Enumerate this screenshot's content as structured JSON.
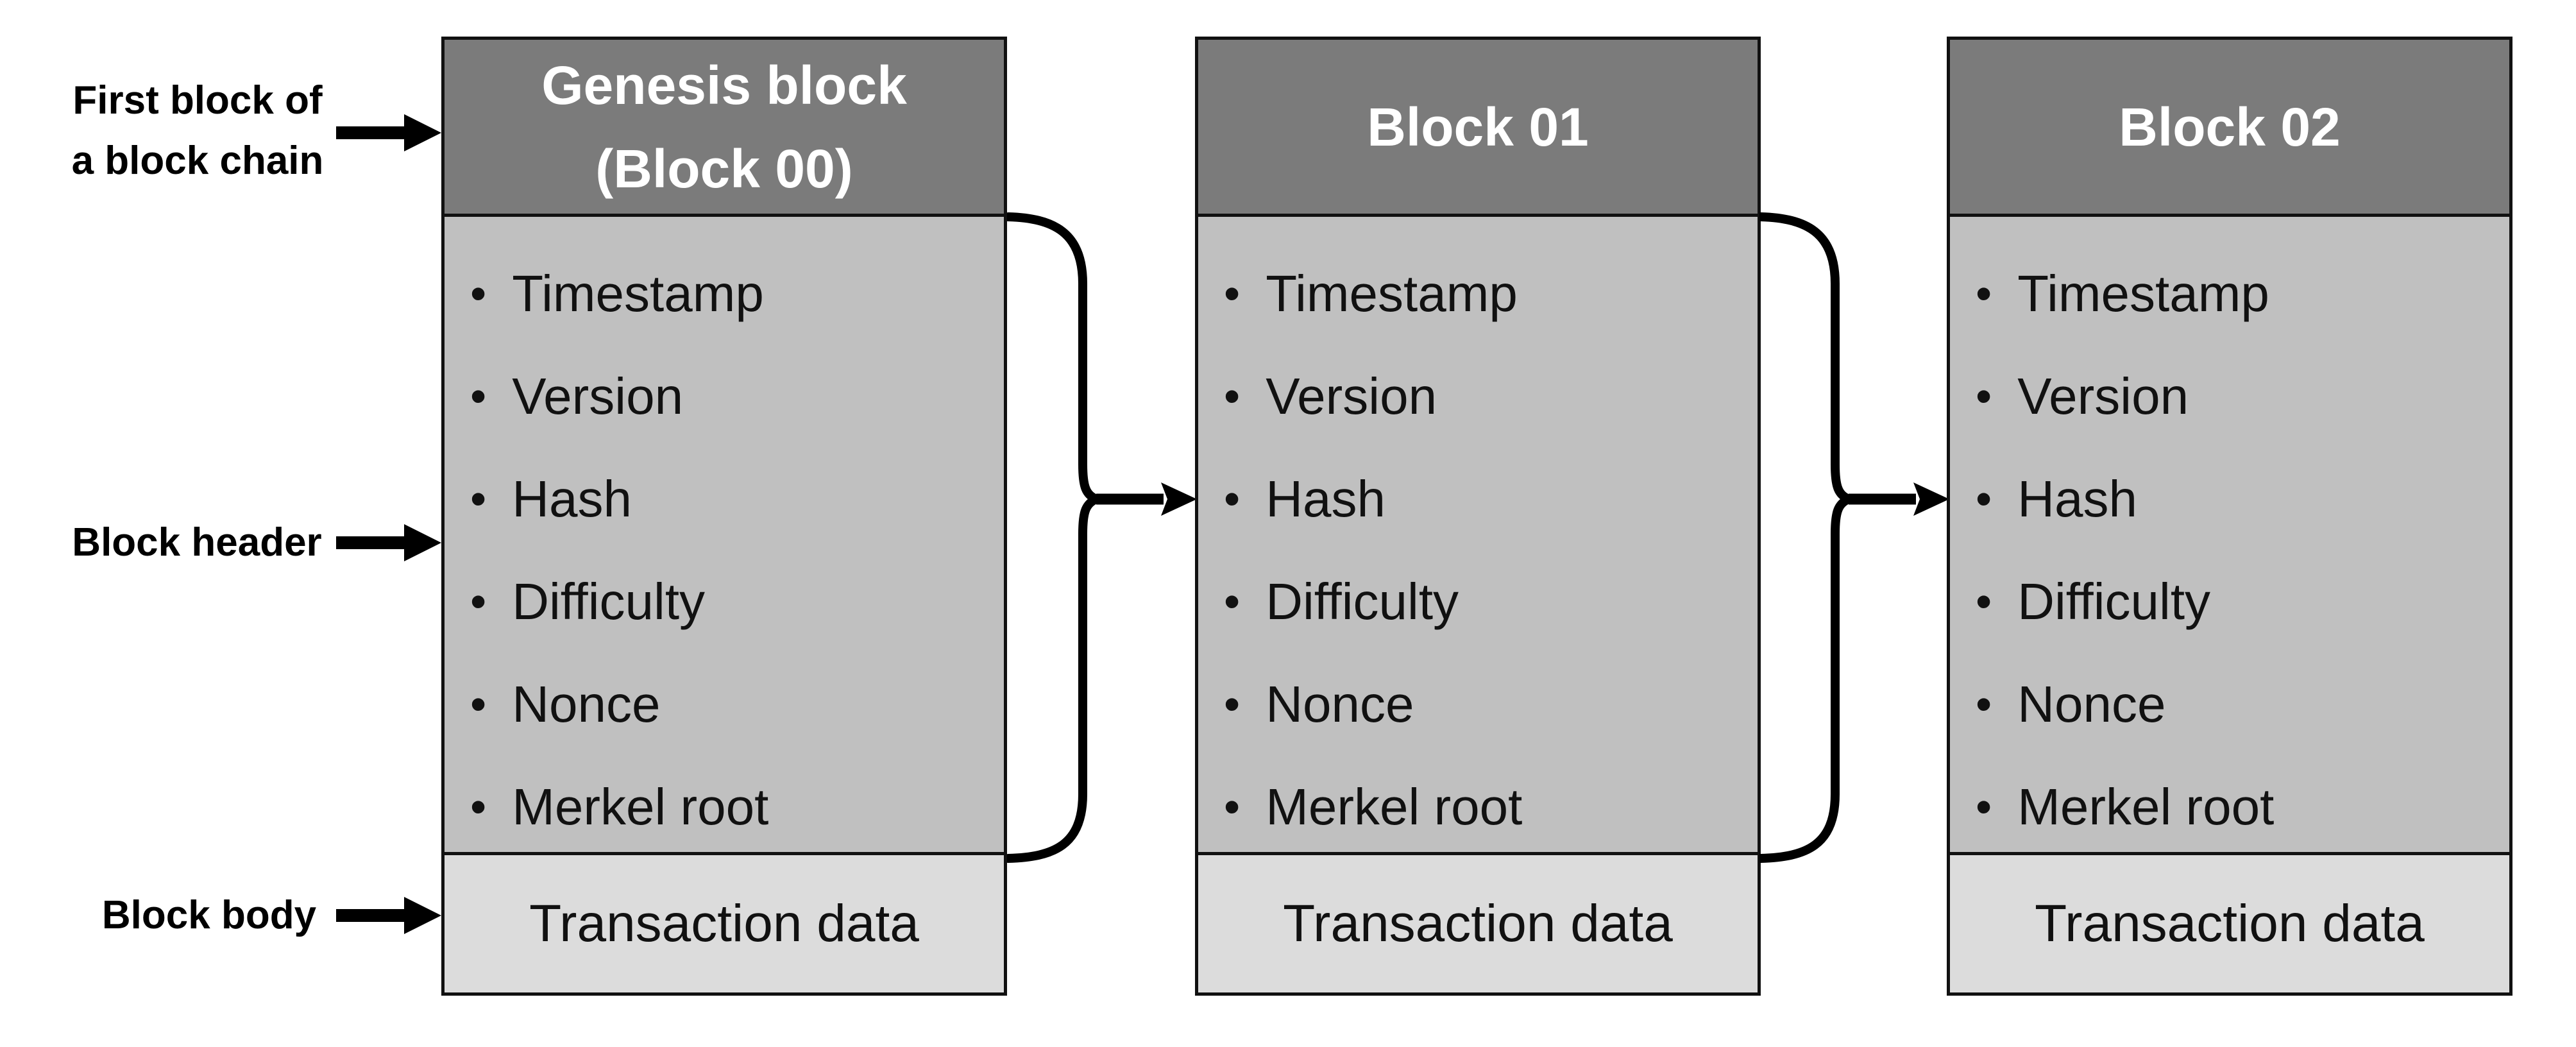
{
  "colors": {
    "background": "#ffffff",
    "title_bar_bg": "#7b7b7b",
    "header_area_bg": "#c0c0c0",
    "body_area_bg": "#dcdcdc",
    "border": "#111111",
    "title_text": "#ffffff",
    "text": "#111111"
  },
  "glyphs": {
    "bullet": "•"
  },
  "annotations": {
    "first_block": {
      "line1": "First block of",
      "line2": "a block chain"
    },
    "block_header": "Block header",
    "block_body": "Block body"
  },
  "blocks": [
    {
      "title_line1": "Genesis block",
      "title_line2": "(Block 00)",
      "header_items": [
        "Timestamp",
        "Version",
        "Hash",
        "Difficulty",
        "Nonce",
        "Merkel root"
      ],
      "body_label": "Transaction data"
    },
    {
      "title_line1": "Block 01",
      "title_line2": "",
      "header_items": [
        "Timestamp",
        "Version",
        "Hash",
        "Difficulty",
        "Nonce",
        "Merkel root"
      ],
      "body_label": "Transaction data"
    },
    {
      "title_line1": "Block 02",
      "title_line2": "",
      "header_items": [
        "Timestamp",
        "Version",
        "Hash",
        "Difficulty",
        "Nonce",
        "Merkel root"
      ],
      "body_label": "Transaction data"
    }
  ]
}
